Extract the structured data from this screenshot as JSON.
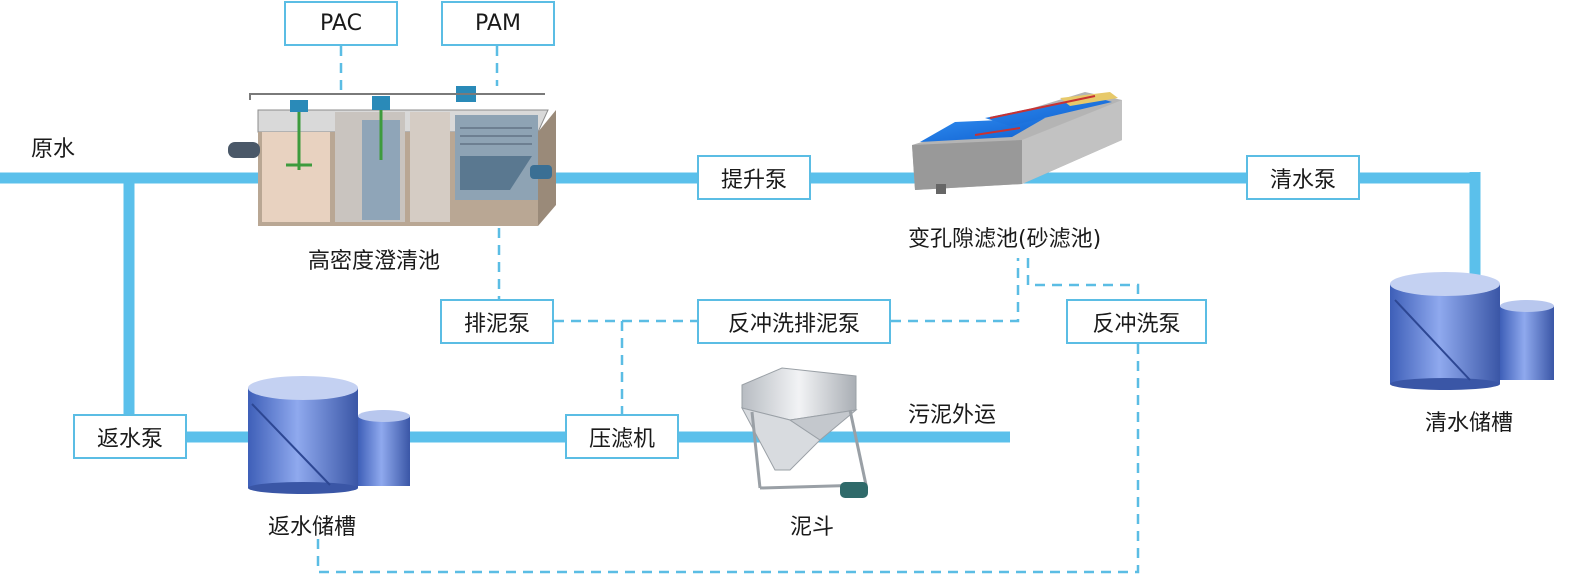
{
  "colors": {
    "pipe": "#5bc0eb",
    "dashed": "#5bbde4",
    "box_border": "#5bbde4"
  },
  "chemicals": {
    "pac": "PAC",
    "pam": "PAM"
  },
  "labels": {
    "raw_water": "原水",
    "clarifier": "高密度澄清池",
    "sand_filter": "变孔隙滤池(砂滤池)",
    "clear_tank": "清水储槽",
    "return_tank": "返水储槽",
    "sludge_hopper": "泥斗",
    "sludge_out": "污泥外运"
  },
  "pumps": {
    "lift": "提升泵",
    "clear": "清水泵",
    "sludge": "排泥泵",
    "backwash_sludge": "反冲洗排泥泵",
    "backwash": "反冲洗泵",
    "return": "返水泵",
    "filter_press": "压滤机"
  },
  "icons": [
    "clarifier-tank-icon",
    "sand-filter-icon",
    "storage-tank-icon",
    "sludge-hopper-icon"
  ]
}
